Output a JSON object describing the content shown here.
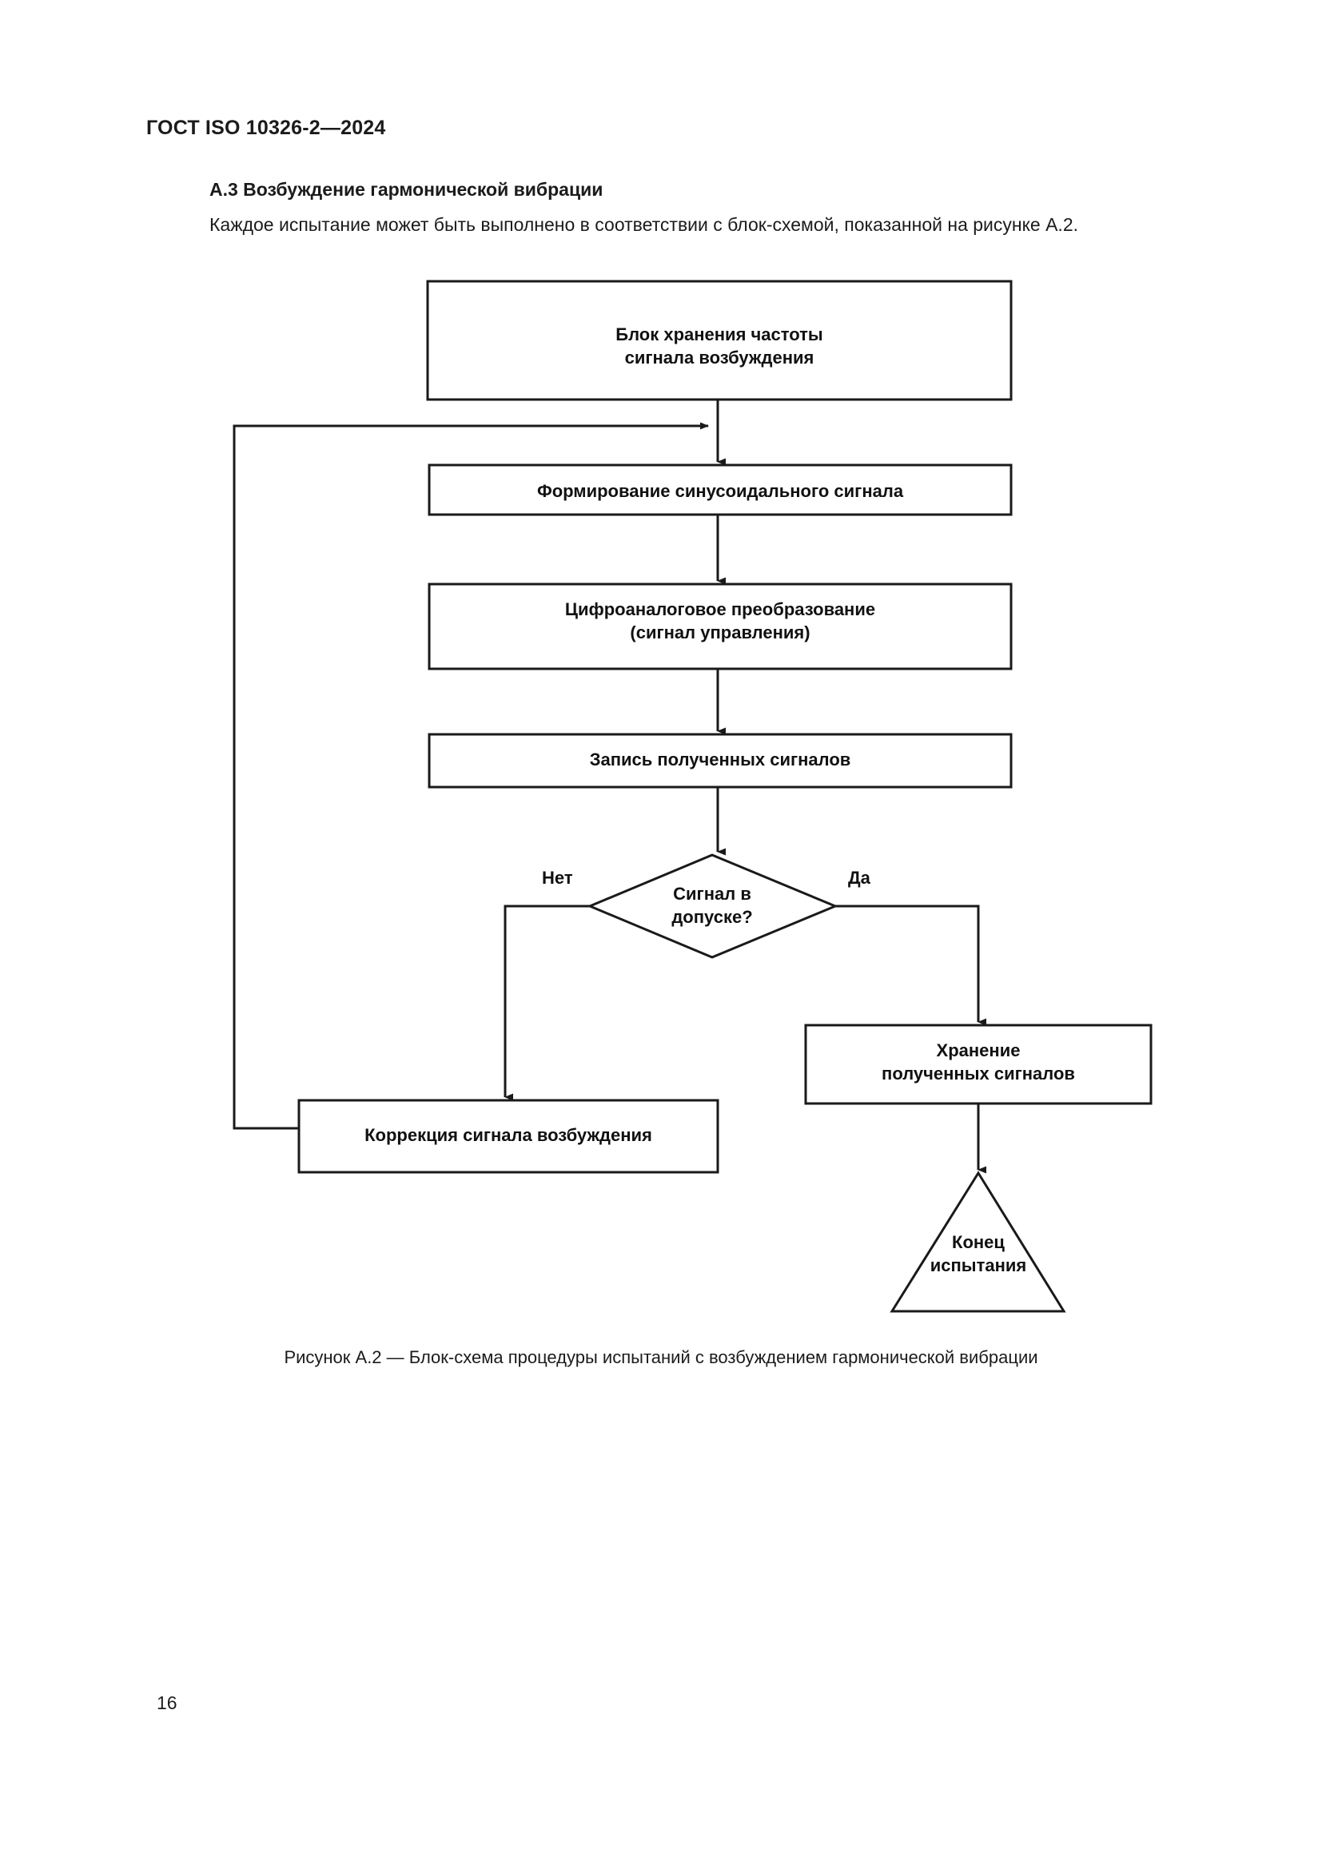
{
  "document": {
    "running_header": "ГОСТ ISO 10326-2—2024",
    "page_number": "16"
  },
  "section": {
    "heading": "A.3 Возбуждение гармонической вибрации",
    "intro": "Каждое испытание может быть выполнено в соответствии с блок-схемой, показанной на рисунке А.2."
  },
  "figure": {
    "caption": "Рисунок А.2 — Блок-схема процедуры испытаний с возбуждением гармонической вибрации",
    "colors": {
      "stroke": "#1a1a1a",
      "fill": "#ffffff",
      "text": "#111111"
    },
    "nodes": [
      {
        "id": "store-frequency",
        "shape": "rectangle",
        "label": "Блок хранения частоты\nсигнала возбуждения"
      },
      {
        "id": "generate-sine",
        "shape": "rectangle",
        "label": "Формирование синусоидального сигнала"
      },
      {
        "id": "dac-conversion",
        "shape": "rectangle",
        "label": "Цифроаналоговое преобразование\n(сигнал управления)"
      },
      {
        "id": "record-signals",
        "shape": "rectangle",
        "label": "Запись полученных сигналов"
      },
      {
        "id": "signal-in-tolerance",
        "shape": "diamond",
        "label": "Сигнал в\nдопуске?"
      },
      {
        "id": "store-signals",
        "shape": "rectangle",
        "label": "Хранение\nполученных сигналов"
      },
      {
        "id": "correct-signal",
        "shape": "rectangle",
        "label": "Коррекция сигнала возбуждения"
      },
      {
        "id": "end-of-test",
        "shape": "triangle",
        "label": "Конец\nиспытания"
      }
    ],
    "edge_labels": {
      "no": "Нет",
      "yes": "Да"
    }
  }
}
